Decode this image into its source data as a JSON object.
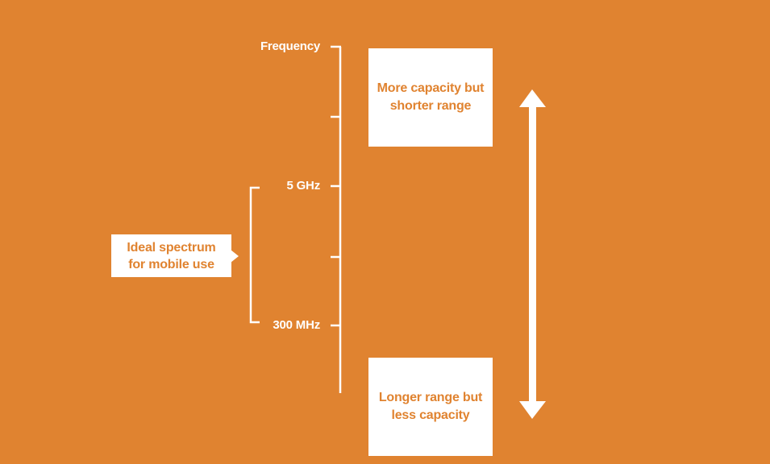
{
  "diagram": {
    "axis": {
      "title": "Frequency",
      "tick_5ghz": "5 GHz",
      "tick_300mhz": "300 MHz"
    },
    "callout": {
      "line1": "Ideal spectrum",
      "line2": "for mobile use"
    },
    "top_box": {
      "line1": "More capacity but",
      "line2": "shorter range"
    },
    "bottom_box": {
      "line1": "Longer range but",
      "line2": "less capacity"
    },
    "colors": {
      "background": "#e08330",
      "foreground": "#ffffff"
    }
  }
}
